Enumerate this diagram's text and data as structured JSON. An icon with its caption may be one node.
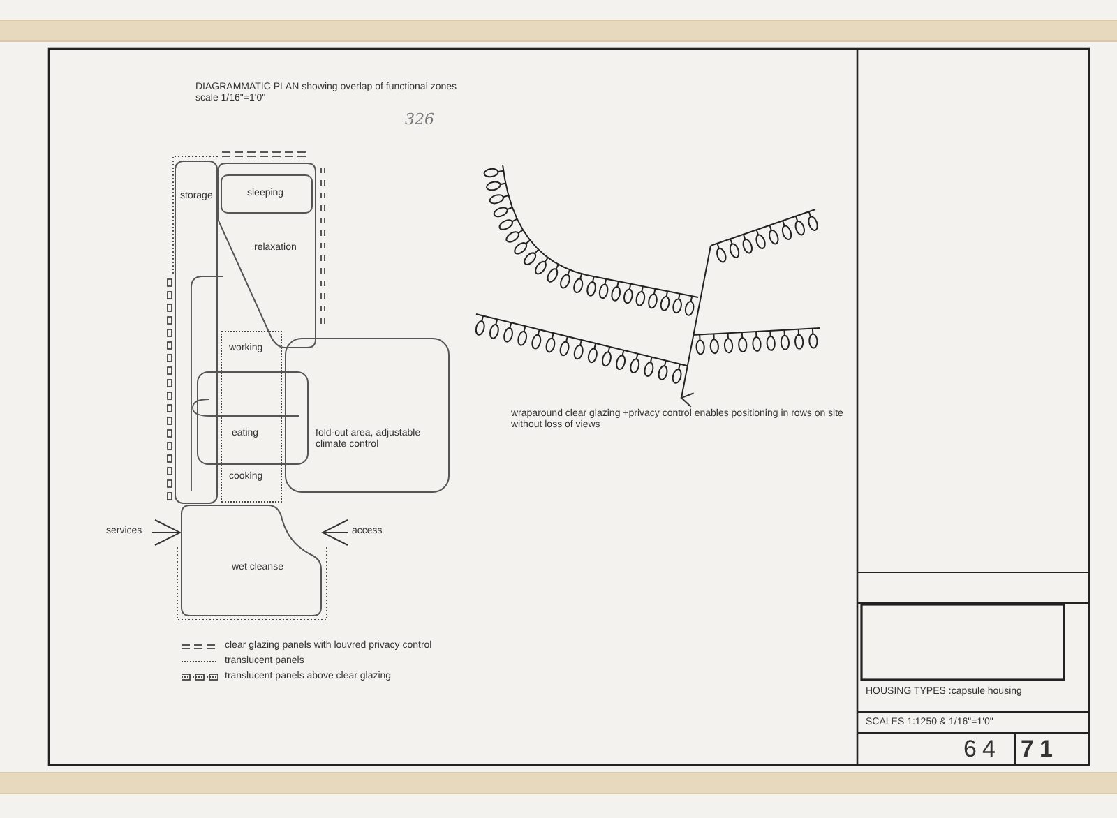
{
  "diagram": {
    "title": "DIAGRAMMATIC PLAN showing overlap of functional zones",
    "nodes": [
      {
        "text": [
          "storage"
        ]
      },
      {
        "text": [
          "sleeping"
        ],
        "in": 2
      },
      {
        "text": [
          "relaxation"
        ]
      },
      {
        "text": [
          "working",
          "cooking"
        ]
      },
      {
        "text": [
          "eating"
        ]
      },
      {
        "text": [
          "fold-out area, adjustable climate control"
        ]
      },
      {
        "text": [
          "services"
        ]
      },
      {
        "text": [
          "wet cleanse"
        ]
      },
      {
        "text": [
          "access"
        ]
      }
    ],
    "edges": [
      {
        "from": 6,
        "to": 7,
        "arrow": "to"
      },
      {
        "from": 8,
        "to": 7,
        "arrow": "to"
      }
    ],
    "labels": [
      "scale 1/16\"=1'0\"",
      "326",
      "wraparound clear glazing +privacy control enables positioning in rows on site without loss of views",
      "HOUSING TYPES :capsule housing",
      "SCALES 1:1250 & 1/16\"=1'0\"",
      "64",
      "71"
    ],
    "legend": [
      {
        "text": "clear glazing panels with louvred privacy control"
      },
      {
        "text": "translucent panels"
      },
      {
        "text": "translucent panels above clear glazing"
      }
    ]
  }
}
